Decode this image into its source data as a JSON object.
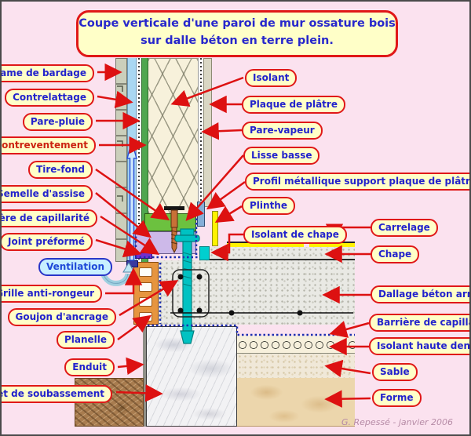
{
  "title": {
    "line1": "Coupe verticale d'une paroi de mur ossature bois",
    "line2": "sur dalle béton en terre plein."
  },
  "credit": "G. Repessé - janvier 2006",
  "labels": {
    "left": [
      {
        "id": "lame-de-bardage",
        "text": "Lame de bardage"
      },
      {
        "id": "contrelattage",
        "text": "Contrelattage"
      },
      {
        "id": "pare-pluie",
        "text": "Pare-pluie"
      },
      {
        "id": "contreventement",
        "text": "Contreventement",
        "color": "#CC2211"
      },
      {
        "id": "tire-fond",
        "text": "Tire-fond"
      },
      {
        "id": "semelle-d-assise",
        "text": "Semelle d'assise"
      },
      {
        "id": "barriere-de-capillarite",
        "text": "Barrière de capillarité"
      },
      {
        "id": "joint-preforme",
        "text": "Joint préformé"
      },
      {
        "id": "grille-anti-rongeur",
        "text": "Grille anti-rongeur"
      },
      {
        "id": "goujon-d-ancrage",
        "text": "Goujon d'ancrage"
      },
      {
        "id": "planelle",
        "text": "Planelle"
      },
      {
        "id": "enduit",
        "text": "Enduit"
      },
      {
        "id": "muret-de-soubassement",
        "text": "Muret de soubassement"
      }
    ],
    "right": [
      {
        "id": "isolant",
        "text": "Isolant"
      },
      {
        "id": "plaque-de-platre",
        "text": "Plaque de plâtre"
      },
      {
        "id": "pare-vapeur",
        "text": "Pare-vapeur"
      },
      {
        "id": "lisse-basse",
        "text": "Lisse basse"
      },
      {
        "id": "profil-metallique",
        "text": "Profil métallique support plaque de plâtre"
      },
      {
        "id": "plinthe",
        "text": "Plinthe"
      },
      {
        "id": "isolant-de-chape",
        "text": "Isolant de chape"
      },
      {
        "id": "carrelage",
        "text": "Carrelage"
      },
      {
        "id": "chape",
        "text": "Chape"
      },
      {
        "id": "dallage-beton-arme",
        "text": "Dallage béton armé"
      },
      {
        "id": "barriere-de-capillarite-sol",
        "text": "Barrière de capillarité"
      },
      {
        "id": "isolant-haute-densite",
        "text": "Isolant haute densité"
      },
      {
        "id": "sable",
        "text": "Sable"
      },
      {
        "id": "forme",
        "text": "Forme"
      }
    ],
    "ventilation": "Ventilation"
  },
  "icons": {
    "pointer": "red-arrow",
    "ventilation_up": "blue-outline-up-arrow",
    "ventilation_flow": "cyan-curved-up-arrow",
    "tire_fond": "lag-screw",
    "goujon": "anchor-bolt"
  },
  "colors": {
    "background": "#FBE2EF",
    "label_bg": "#FFFFC8",
    "label_border": "#E01818",
    "label_text": "#2323CC",
    "ventilation_bg": "#C8F0FF",
    "ventilation_border": "#2936C8",
    "arrow": "#DD1111",
    "capillarity_barrier": "#1D2FB0",
    "lisse_basse": "#6CC13F",
    "semelle": "#CDB9E9",
    "contreventement": "#4FA64F",
    "air_gap": "#A9D7F2",
    "plinthe_carrelage": "#FFF200",
    "isolant_de_chape": "#00CFCF",
    "goujon": "#00C2C2",
    "tire_fond": "#C87137",
    "planelle": "#E6953F",
    "joint_preforme": "#7230CF"
  }
}
